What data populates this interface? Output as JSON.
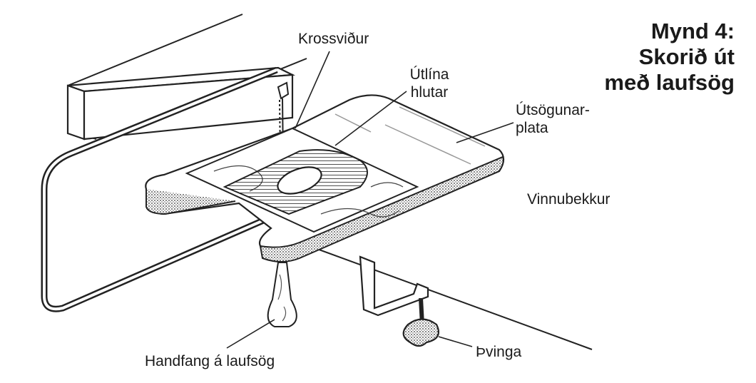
{
  "figure": {
    "title_line1": "Mynd 4:",
    "title_line2": "Skorið út",
    "title_line3": "með laufsög"
  },
  "labels": {
    "krossvidur": "Krossviður",
    "utlina_1": "Útlína",
    "utlina_2": "hlutar",
    "utsogunar_1": "Útsögunar-",
    "utsogunar_2": "plata",
    "vinnubekkur": "Vinnubekkur",
    "handfang": "Handfang á laufsög",
    "thvinga": "Þvinga"
  }
}
